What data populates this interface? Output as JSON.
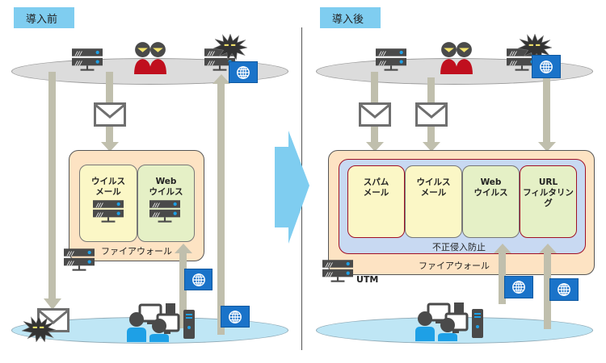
{
  "before": {
    "tag": "導入前",
    "modules": [
      {
        "label": "ウイルス\nメール",
        "color": "#fbf7c6"
      },
      {
        "label": "Web\nウイルス",
        "color": "#e5f0c6"
      }
    ],
    "firewall_label": "ファイアウォール"
  },
  "after": {
    "tag": "導入後",
    "modules": [
      {
        "label": "スパム\nメール",
        "color": "#fbf7c6"
      },
      {
        "label": "ウイルス\nメール",
        "color": "#fbf7c6"
      },
      {
        "label": "Web\nウイルス",
        "color": "#e5f0c6"
      },
      {
        "label": "URL\nフィルタリング",
        "color": "#e5f0c6"
      }
    ],
    "ips_label": "不正侵入防止",
    "firewall_label": "ファイアウォール",
    "device_label": "UTM"
  },
  "colors": {
    "tag": "#7fcdf0",
    "internet_cloud": "#dcdcdc",
    "lan_cloud": "#bfe6f5",
    "firewall": "#fde3c3",
    "ips": "#c8d9f2",
    "flow_arrow": "#c0bfad",
    "globe_badge": "#1a73c9",
    "attacker": "#c00f1e"
  }
}
